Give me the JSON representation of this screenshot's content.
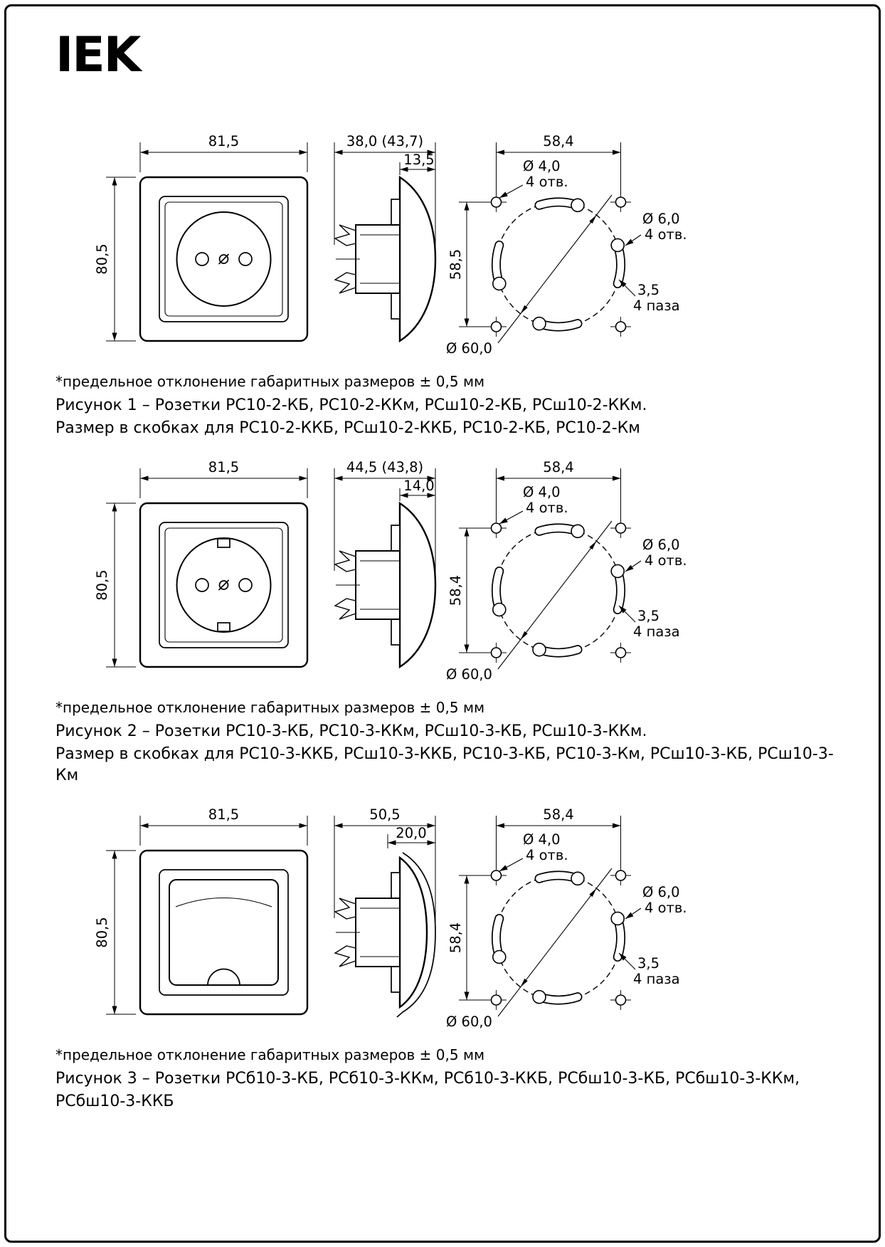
{
  "logo": "IEK",
  "figures": [
    {
      "front_width": "81,5",
      "front_height": "80,5",
      "depth_total": "38,0 (43,7)",
      "depth_front": "13,5",
      "mount_width": "58,4",
      "mount_height": "58,5",
      "hole_small_dia": "Ø 4,0",
      "hole_small_count": "4 отв.",
      "hole_large_dia": "Ø 6,0",
      "hole_large_count": "4 отв.",
      "slot_width": "3,5",
      "slot_count": "4 паза",
      "mount_circle_dia": "Ø 60,0",
      "note": "*предельное отклонение габаритных размеров ± 0,5 мм",
      "caption1": "Рисунок 1 – Розетки РС10-2-КБ, РС10-2-ККм, РСш10-2-КБ, РСш10-2-ККм.",
      "caption2": "Размер в скобках для РС10-2-ККБ, РСш10-2-ККБ, РС10-2-КБ, РС10-2-Км"
    },
    {
      "front_width": "81,5",
      "front_height": "80,5",
      "depth_total": "44,5 (43,8)",
      "depth_front": "14,0",
      "mount_width": "58,4",
      "mount_height": "58,4",
      "hole_small_dia": "Ø 4,0",
      "hole_small_count": "4 отв.",
      "hole_large_dia": "Ø 6,0",
      "hole_large_count": "4 отв.",
      "slot_width": "3,5",
      "slot_count": "4 паза",
      "mount_circle_dia": "Ø 60,0",
      "note": "*предельное отклонение габаритных размеров ± 0,5 мм",
      "caption1": "Рисунок 2 – Розетки РС10-3-КБ, РС10-3-ККм, РСш10-3-КБ, РСш10-3-ККм.",
      "caption2": "Размер в скобках для РС10-3-ККБ, РСш10-3-ККБ, РС10-3-КБ, РС10-3-Км, РСш10-3-КБ, РСш10-3-Км"
    },
    {
      "front_width": "81,5",
      "front_height": "80,5",
      "depth_total": "50,5",
      "depth_front": "20,0",
      "mount_width": "58,4",
      "mount_height": "58,4",
      "hole_small_dia": "Ø 4,0",
      "hole_small_count": "4 отв.",
      "hole_large_dia": "Ø 6,0",
      "hole_large_count": "4 отв.",
      "slot_width": "3,5",
      "slot_count": "4 паза",
      "mount_circle_dia": "Ø 60,0",
      "note": "*предельное отклонение габаритных размеров ± 0,5 мм",
      "caption1": "Рисунок 3 – Розетки РСб10-3-КБ, РСб10-3-ККм, РСб10-3-ККБ, РСбш10-3-КБ, РСбш10-3-ККм,",
      "caption2": "РСбш10-3-ККБ"
    }
  ]
}
